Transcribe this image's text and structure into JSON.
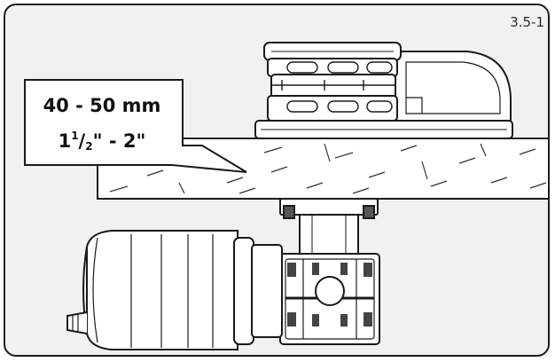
{
  "figure": {
    "number": "3.5-1"
  },
  "callout": {
    "metric": "40 - 50 mm",
    "imperial_whole": "1",
    "imperial_num": "1",
    "imperial_den": "2",
    "imperial_rest": "\" - 2\""
  },
  "colors": {
    "line": "#1a1a1a",
    "panel_fill": "#f1f1f1",
    "part_fill": "#ffffff"
  }
}
